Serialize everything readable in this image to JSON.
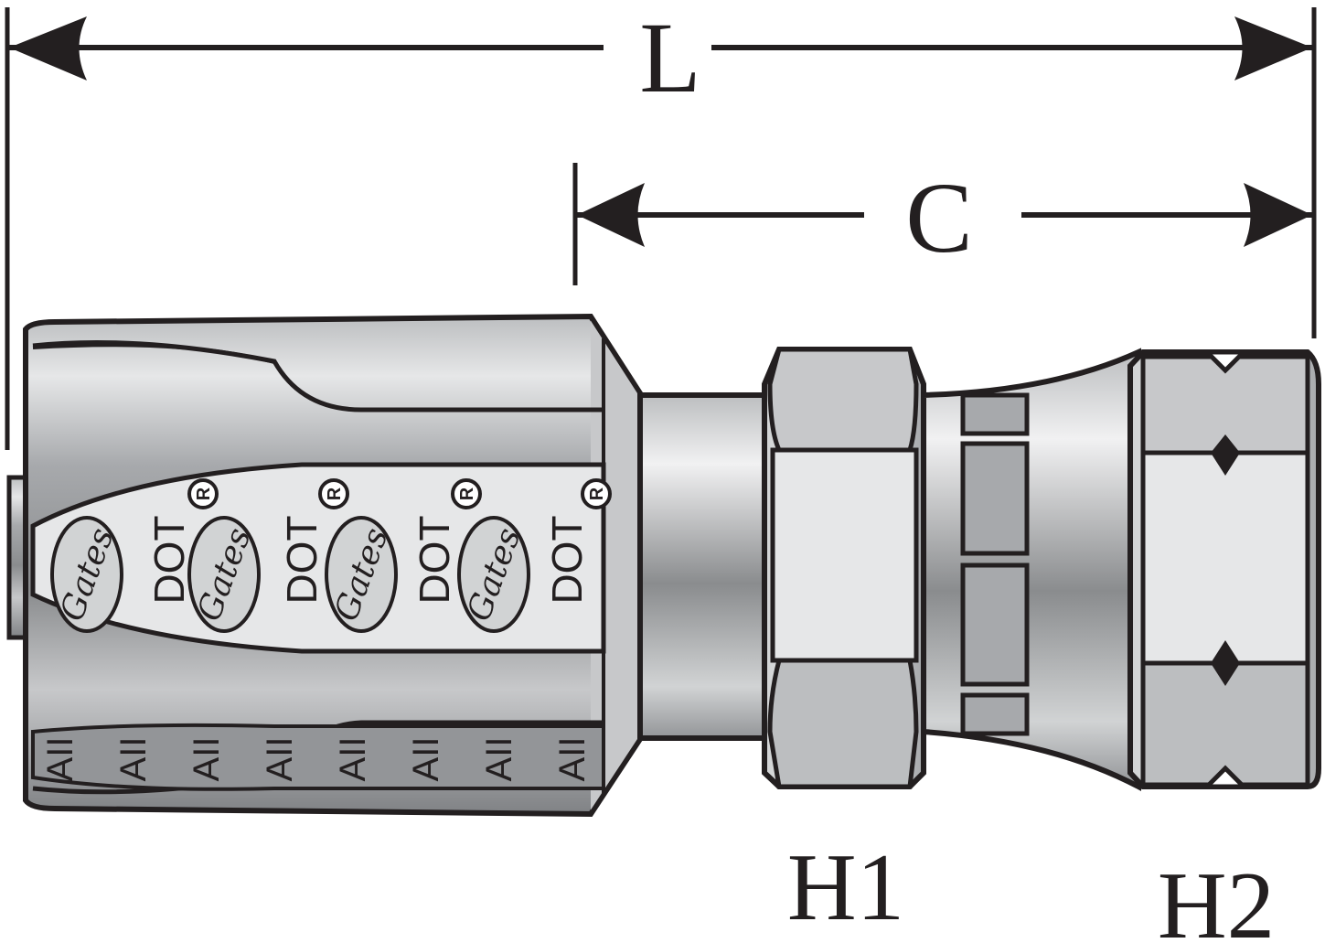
{
  "dimensions": {
    "length_label": "L",
    "cutoff_label": "C",
    "hex1_label": "H1",
    "hex2_label": "H2"
  },
  "markings": {
    "brand_logo": "Gates",
    "dot_text": "DOT",
    "registered_mark": "R",
    "grip_text": "AII"
  },
  "colors": {
    "outline": "#231f20",
    "metal_light": "#d6d7d9",
    "metal_mid": "#a7a9ac",
    "metal_dark": "#6d6e71",
    "background": "#ffffff"
  }
}
